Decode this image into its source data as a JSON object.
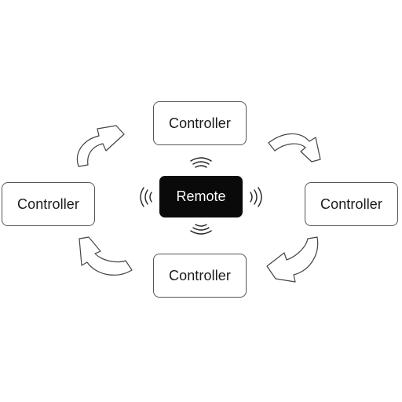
{
  "remote": {
    "label": "Remote"
  },
  "controllers": {
    "top": "Controller",
    "left": "Controller",
    "right": "Controller",
    "bottom": "Controller"
  },
  "colors": {
    "remote_fill": "#0a0a0a",
    "stroke": "#555555",
    "background": "#ffffff"
  },
  "icons": [
    "signal-waves-icon",
    "curved-arrow-icon"
  ]
}
